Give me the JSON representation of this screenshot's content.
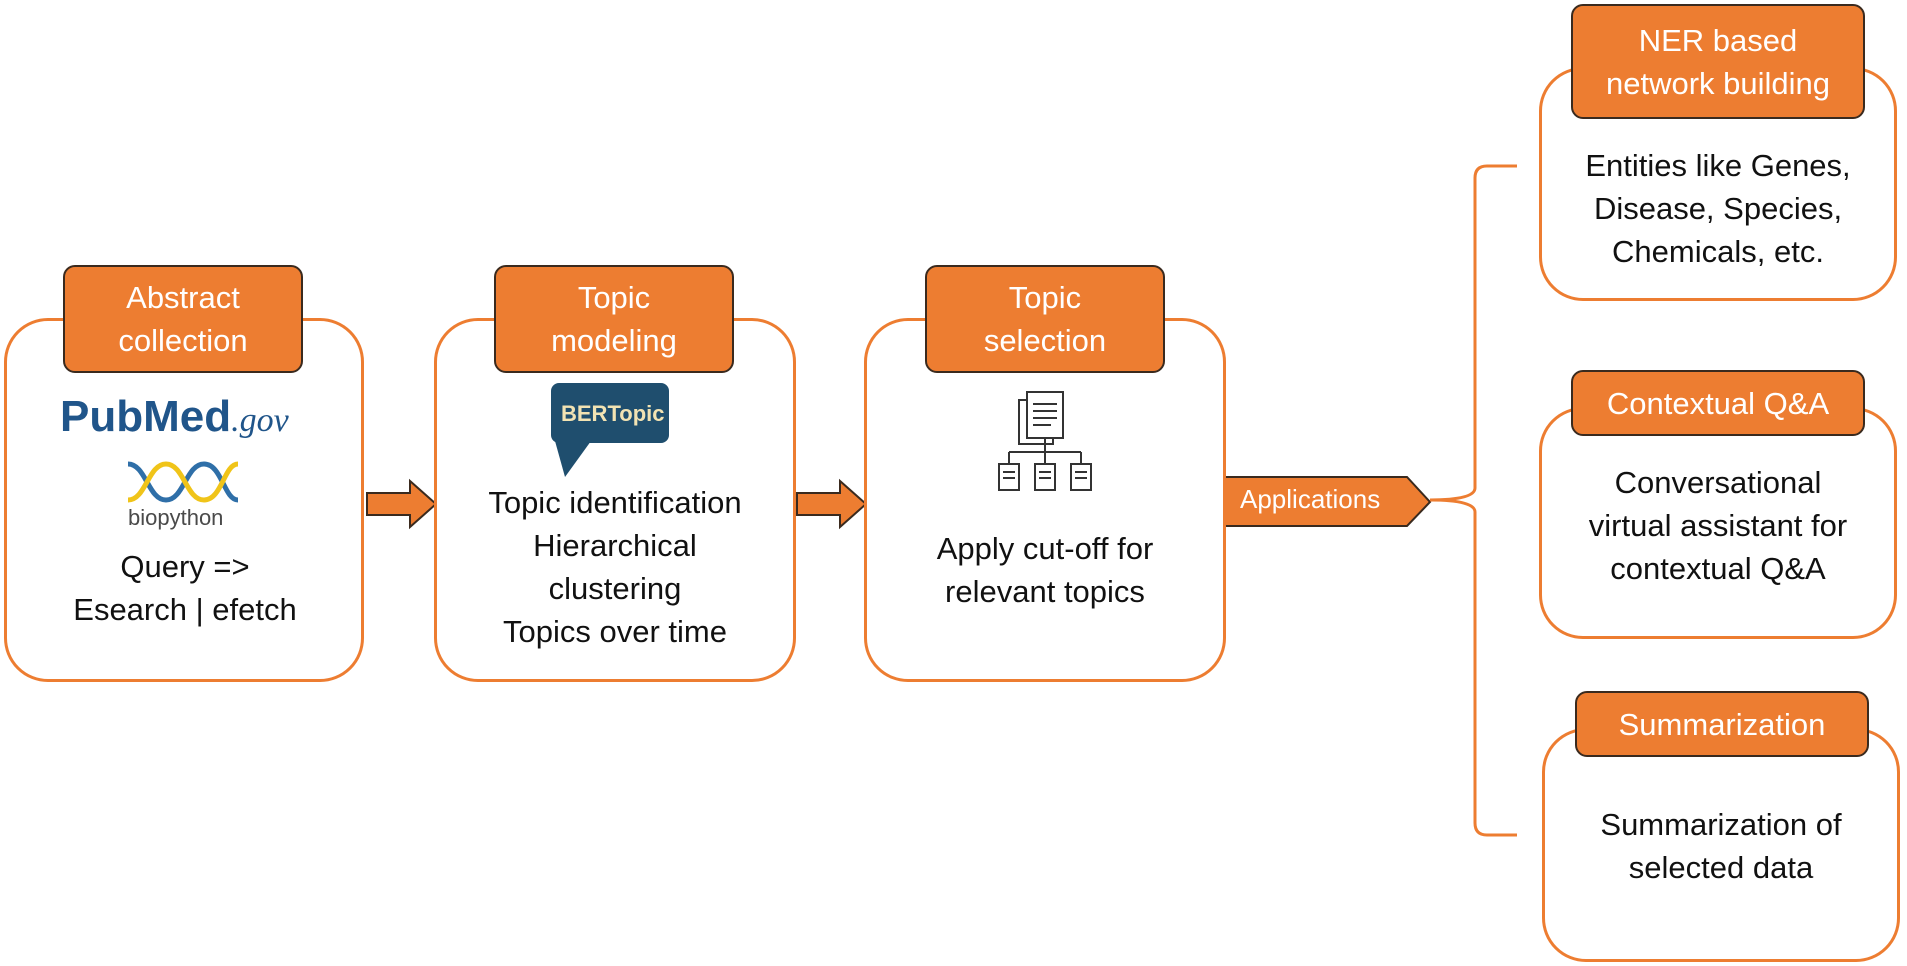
{
  "colors": {
    "accent": "#ED7D31",
    "text": "#111111",
    "pubmed_blue": "#20558a",
    "bertopic_bg": "#1f4e6e"
  },
  "steps": [
    {
      "header": [
        "Abstract",
        "collection"
      ],
      "body": [
        "Query =>",
        "Esearch | efetch"
      ]
    },
    {
      "header": [
        "Topic",
        "modeling"
      ],
      "body": [
        "Topic identification",
        "Hierarchical",
        "clustering",
        "Topics over time"
      ]
    },
    {
      "header": [
        "Topic",
        "selection"
      ],
      "body": [
        "Apply cut-off for",
        "relevant topics"
      ]
    }
  ],
  "logos": {
    "pubmed": "PubMed",
    "pubmed_suffix": ".gov",
    "biopython": "biopython",
    "bertopic": "BERTopic"
  },
  "icons": [
    "pubmed-logo",
    "biopython-dna-icon",
    "bertopic-logo",
    "document-hierarchy-icon",
    "right-arrow-icon"
  ],
  "applications_label": "Applications",
  "applications": [
    {
      "header": [
        "NER based",
        "network building"
      ],
      "body": [
        "Entities like Genes,",
        "Disease, Species,",
        "Chemicals, etc."
      ]
    },
    {
      "header": [
        "Contextual Q&A"
      ],
      "body": [
        "Conversational",
        "virtual assistant for",
        "contextual Q&A"
      ]
    },
    {
      "header": [
        "Summarization"
      ],
      "body": [
        "Summarization of",
        "selected data"
      ]
    }
  ]
}
